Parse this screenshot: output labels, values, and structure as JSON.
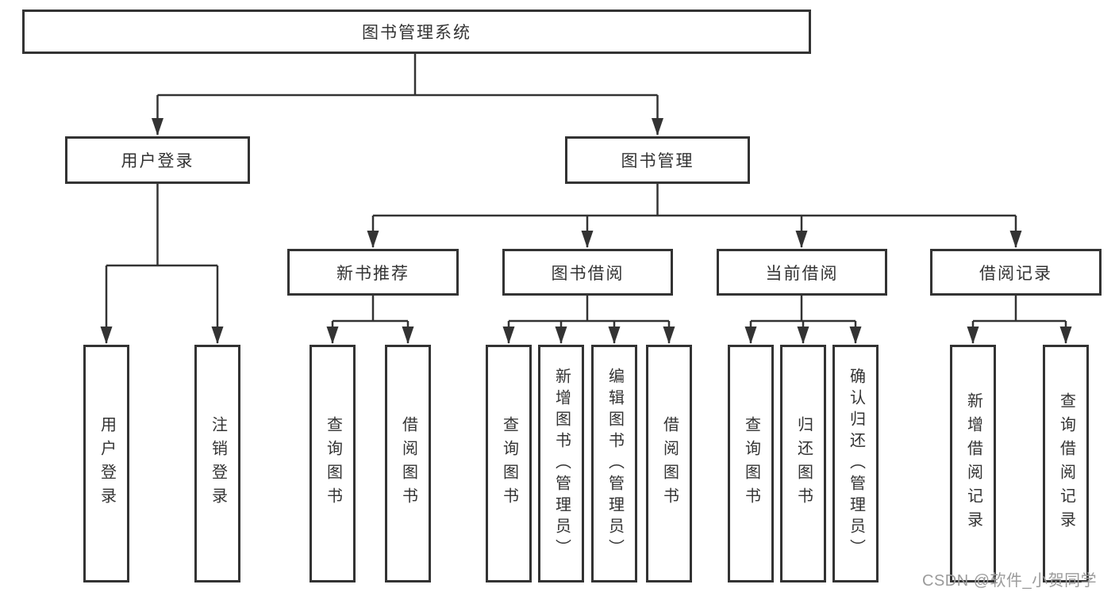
{
  "root": {
    "label": "图书管理系统"
  },
  "level2": [
    {
      "label": "用户登录"
    },
    {
      "label": "图书管理"
    }
  ],
  "level3": [
    {
      "label": "新书推荐"
    },
    {
      "label": "图书借阅"
    },
    {
      "label": "当前借阅"
    },
    {
      "label": "借阅记录"
    }
  ],
  "leaves": {
    "user": [
      {
        "label": "用户登录"
      },
      {
        "label": "注销登录"
      }
    ],
    "newbook": [
      {
        "label": "查询图书"
      },
      {
        "label": "借阅图书"
      }
    ],
    "borrow": [
      {
        "label": "查询图书"
      },
      {
        "label": "新增图书（管理员）"
      },
      {
        "label": "编辑图书（管理员）"
      },
      {
        "label": "借阅图书"
      }
    ],
    "current": [
      {
        "label": "查询图书"
      },
      {
        "label": "归还图书"
      },
      {
        "label": "确认归还（管理员）"
      }
    ],
    "records": [
      {
        "label": "新增借阅记录"
      },
      {
        "label": "查询借阅记录"
      }
    ]
  },
  "watermark": {
    "text": "CSDN @软件_小贺同学"
  },
  "colors": {
    "line": "#333333",
    "text": "#333333",
    "watermark": "#9b9b9b",
    "background": "#ffffff"
  }
}
